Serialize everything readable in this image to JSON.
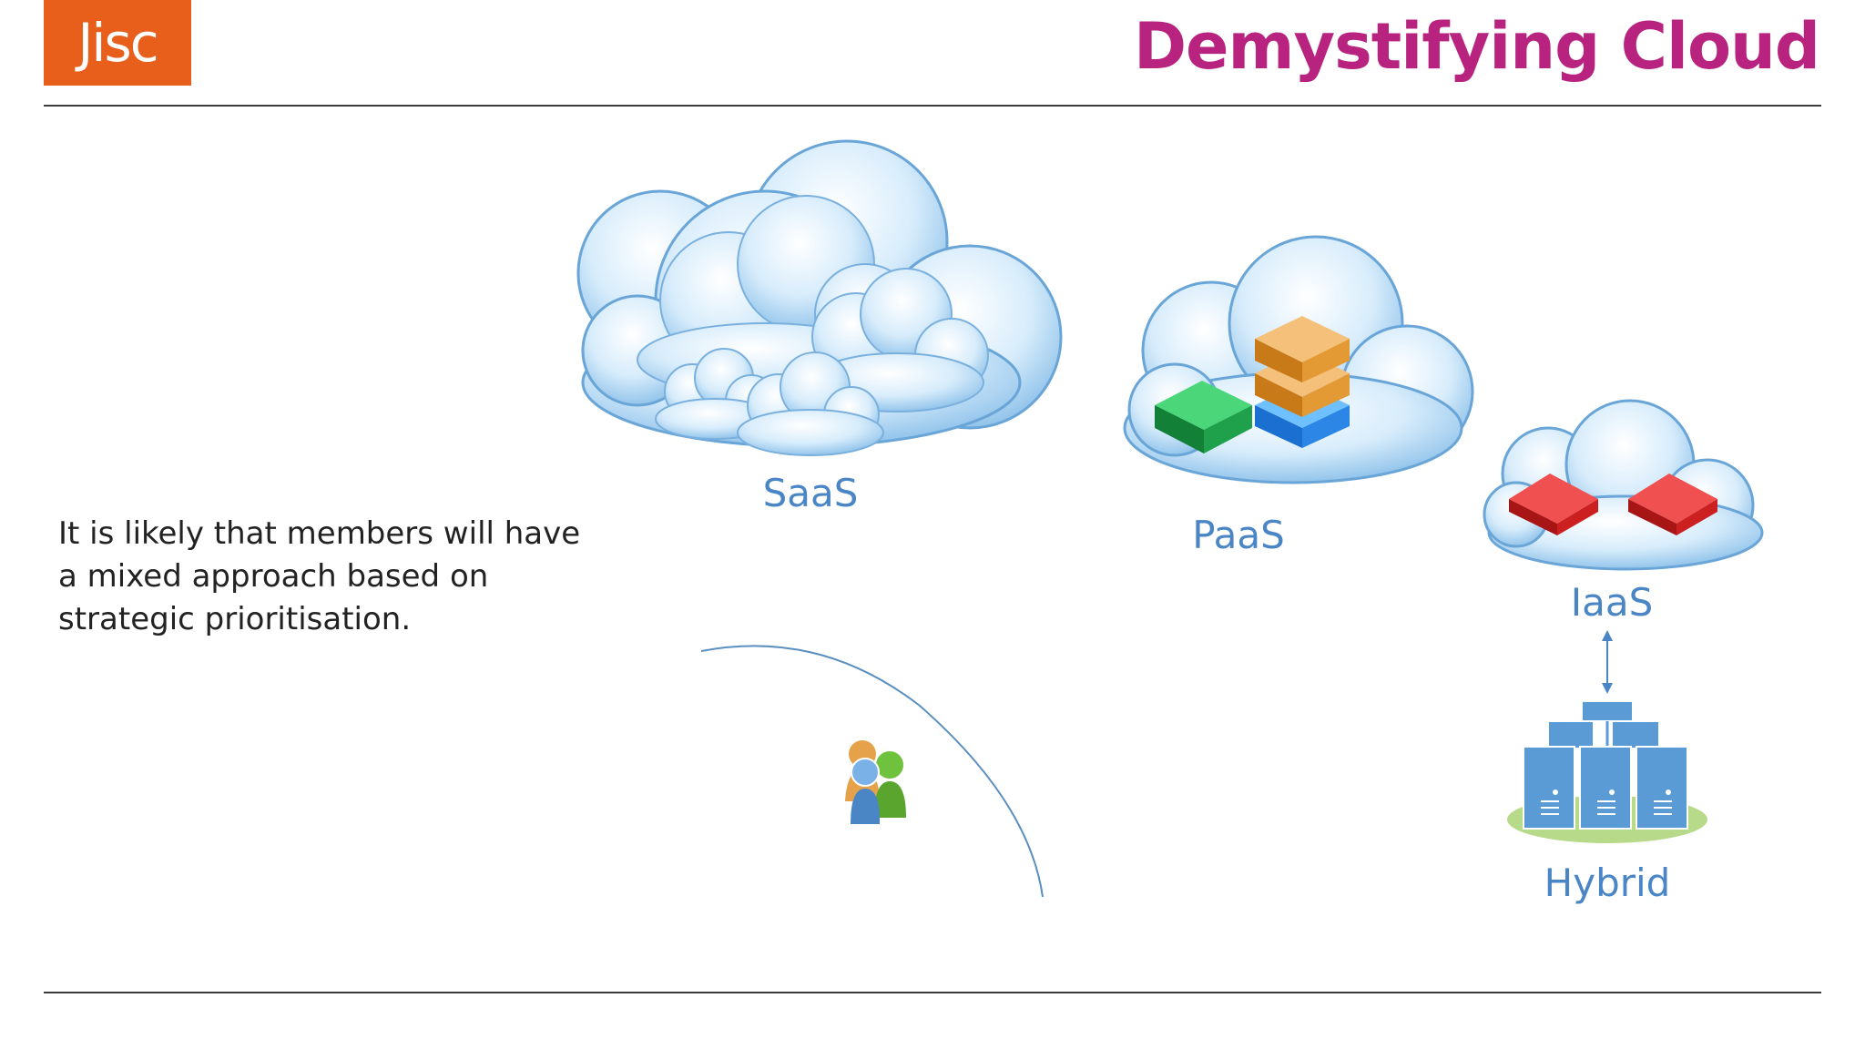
{
  "header": {
    "logo_text": "Jisc",
    "title": "Demystifying Cloud"
  },
  "body": {
    "text": "It is likely that members will have a mixed approach based on strategic prioritisation."
  },
  "labels": {
    "saas": "SaaS",
    "paas": "PaaS",
    "iaas": "IaaS",
    "hybrid": "Hybrid"
  },
  "colors": {
    "brand_orange": "#e85e1b",
    "title_magenta": "#b8237f",
    "label_blue": "#4a86c5"
  }
}
